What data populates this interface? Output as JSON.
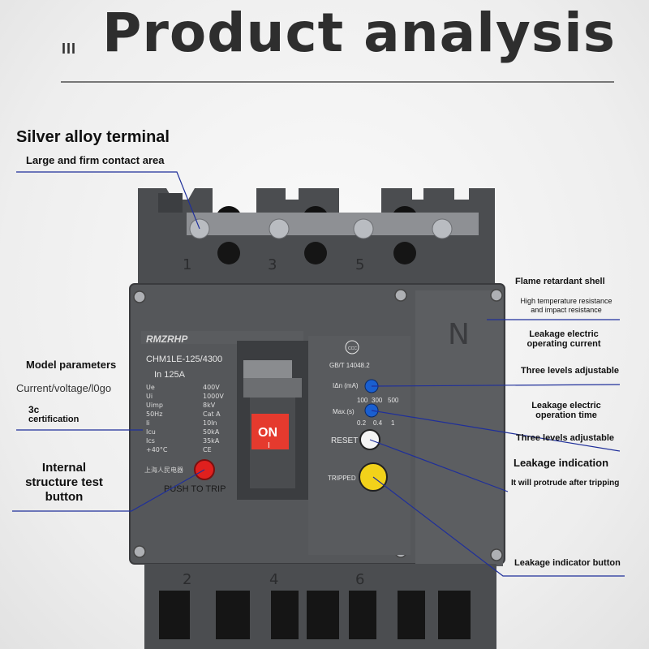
{
  "page": {
    "title": "Product analysis",
    "title_mark": "III"
  },
  "left_labels": {
    "terminal_title": "Silver alloy terminal",
    "terminal_sub": "Large and firm contact area",
    "model_params": "Model parameters",
    "current_voltage": "Current/voltage/l0go",
    "cert_line1": "3c",
    "cert_line2": "certification",
    "test_btn_line1": "Internal",
    "test_btn_line2": "structure test",
    "test_btn_line3": "button"
  },
  "right_labels": {
    "flame_title": "Flame retardant shell",
    "flame_sub1": "High temperature resistance",
    "flame_sub2": "and impact resistance",
    "leak_current1": "Leakage electric",
    "leak_current2": "operating current",
    "three_levels_1": "Three levels adjustable",
    "leak_time1": "Leakage electric",
    "leak_time2": "operation time",
    "three_levels_2": "Three levels adjustable",
    "leak_indication": "Leakage indication",
    "protrude": "It will protrude after tripping",
    "indicator_button": "Leakage indicator button"
  },
  "device": {
    "brand": "RMZRHP",
    "model": "CHM1LE-125/4300",
    "rating": "In  125A",
    "specs_left": [
      "Ue",
      "Ui",
      "Uimp",
      "50Hz",
      "Ii",
      "Icu",
      "Ics",
      "+40°C"
    ],
    "specs_right": [
      "400V",
      "1000V",
      "8kV",
      "Cat A",
      "10In",
      "50kA",
      "35kA",
      "CE"
    ],
    "ccc": "CCC",
    "standard": "GB/T 14048.2",
    "ian_label": "IΔn (mA)",
    "ian_values": [
      "100",
      "300",
      "500"
    ],
    "max_label": "Max.(s)",
    "max_values": [
      "0.2",
      "0.4",
      "1"
    ],
    "reset": "RESET",
    "tripped": "TRIPPED",
    "on": "ON",
    "on_mark": "I",
    "push": "PUSH TO TRIP",
    "n_mark": "N",
    "top_poles": [
      "1",
      "3",
      "5"
    ],
    "bottom_poles": [
      "2",
      "4",
      "6"
    ],
    "mfr_cn": "上海人民电器"
  },
  "colors": {
    "leader": "#1f2f9a",
    "housing": "#4b4d50",
    "push_button": "#e0201e",
    "indicator": "#f2d21a",
    "knob": "#1a5fd0",
    "on_face": "#e53a2e"
  }
}
